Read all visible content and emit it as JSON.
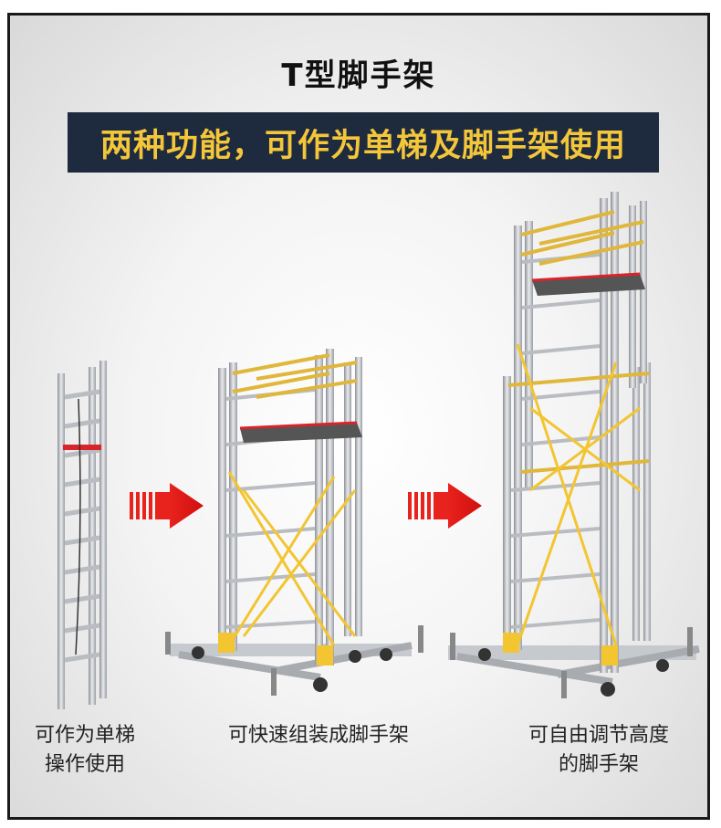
{
  "header": {
    "title": "T型脚手架",
    "subtitle": "两种功能，可作为单梯及脚手架使用"
  },
  "captions": {
    "single_ladder": [
      "可作为单梯",
      "操作使用"
    ],
    "quick_assembly": "可快速组装成脚手架",
    "adjustable": [
      "可自由调节高度",
      "的脚手架"
    ]
  },
  "colors": {
    "background": "#f4f4f4",
    "banner": "#1e2a3e",
    "banner_text": "#f4c63a",
    "arrow": "#e8221c",
    "brace": "#f2c531",
    "platform_rail": "#d8242a"
  },
  "icons": [
    "right-arrow-icon",
    "right-arrow-icon"
  ]
}
